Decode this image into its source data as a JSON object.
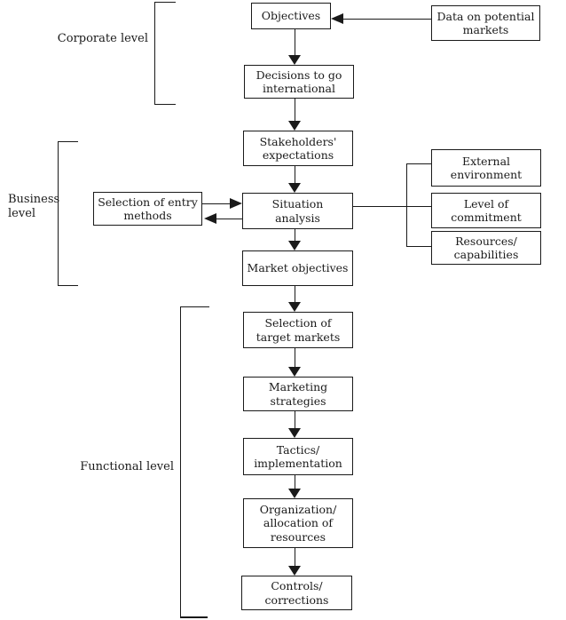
{
  "colors": {
    "background": "#ffffff",
    "line": "#1a1a1a",
    "text": "#1a1a1a"
  },
  "levels": {
    "corporate": "Corporate level",
    "business": "Business\nlevel",
    "functional": "Functional level"
  },
  "nodes": {
    "objectives": "Objectives",
    "data_on_potential_markets": "Data on potential\nmarkets",
    "decisions_to_go_international": "Decisions to go\ninternational",
    "stakeholders_expectations": "Stakeholders'\nexpectations",
    "selection_of_entry_methods": "Selection of entry\nmethods",
    "situation_analysis": "Situation\nanalysis",
    "external_environment": "External\nenvironment",
    "level_of_commitment": "Level of\ncommitment",
    "resources_capabilities": "Resources/\ncapabilities",
    "market_objectives": "Market objectives",
    "selection_of_target_markets": "Selection of\ntarget markets",
    "marketing_strategies": "Marketing\nstrategies",
    "tactics_implementation": "Tactics/\nimplementation",
    "organization_allocation_of_resources": "Organization/\nallocation of\nresources",
    "controls_corrections": "Controls/\ncorrections"
  },
  "edges": [
    {
      "from": "data_on_potential_markets",
      "to": "objectives",
      "type": "arrow"
    },
    {
      "from": "objectives",
      "to": "decisions_to_go_international",
      "type": "arrow"
    },
    {
      "from": "decisions_to_go_international",
      "to": "stakeholders_expectations",
      "type": "arrow"
    },
    {
      "from": "stakeholders_expectations",
      "to": "situation_analysis",
      "type": "arrow"
    },
    {
      "from": "selection_of_entry_methods",
      "to": "situation_analysis",
      "type": "arrow"
    },
    {
      "from": "situation_analysis",
      "to": "selection_of_entry_methods",
      "type": "arrow"
    },
    {
      "from": "situation_analysis",
      "to": "external_environment",
      "type": "line"
    },
    {
      "from": "situation_analysis",
      "to": "level_of_commitment",
      "type": "line"
    },
    {
      "from": "situation_analysis",
      "to": "resources_capabilities",
      "type": "line"
    },
    {
      "from": "situation_analysis",
      "to": "market_objectives",
      "type": "arrow"
    },
    {
      "from": "market_objectives",
      "to": "selection_of_target_markets",
      "type": "arrow"
    },
    {
      "from": "selection_of_target_markets",
      "to": "marketing_strategies",
      "type": "arrow"
    },
    {
      "from": "marketing_strategies",
      "to": "tactics_implementation",
      "type": "arrow"
    },
    {
      "from": "tactics_implementation",
      "to": "organization_allocation_of_resources",
      "type": "arrow"
    },
    {
      "from": "organization_allocation_of_resources",
      "to": "controls_corrections",
      "type": "arrow"
    }
  ]
}
